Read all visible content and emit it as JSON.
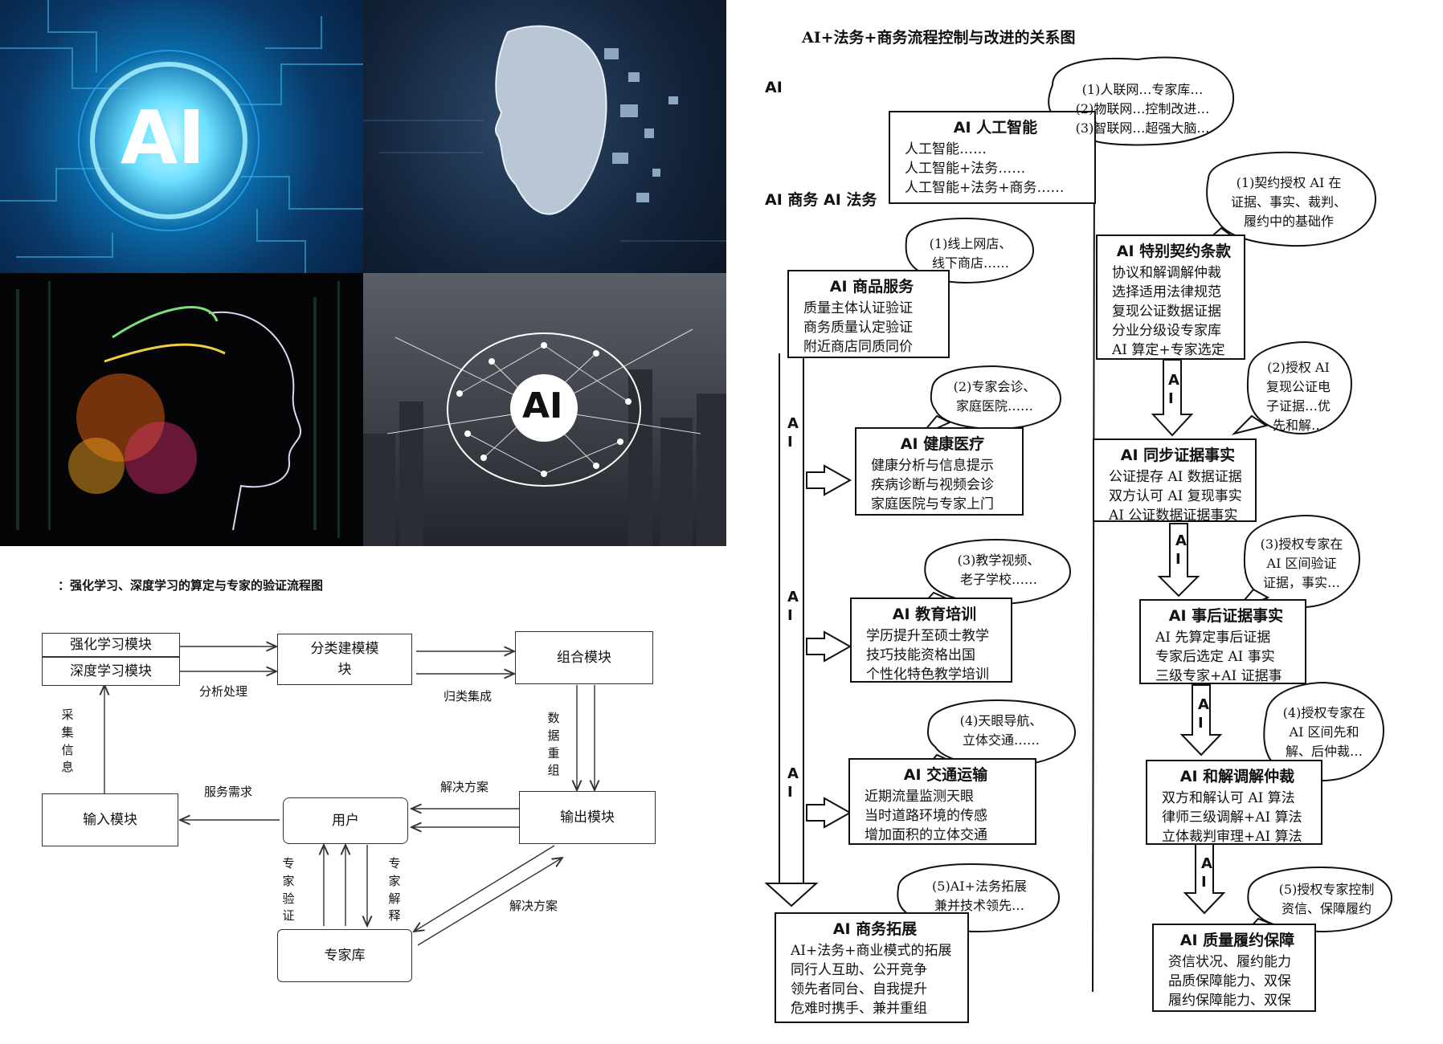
{
  "panels": {
    "p1_text": "AI",
    "p4_text": "AI"
  },
  "flow": {
    "title": "：强化学习、深度学习的算定与专家的验证流程图",
    "boxes": {
      "qianghua": "强化学习模块",
      "shendu": "深度学习模块",
      "fenlei": "分类建模模块",
      "zuhe": "组合模块",
      "shuru": "输入模块",
      "yonghu": "用户",
      "shuchu": "输出模块",
      "zhuanjiaku": "专家库"
    },
    "labels": {
      "fenxi": "分析处理",
      "guilei": "归类集成",
      "caiji": "采集信息",
      "shuju": "数据重组",
      "fuwu": "服务需求",
      "jiejue1": "解决方案",
      "jiejue2": "解决方案",
      "yanzheng": "专家验证",
      "jieshi": "专家解释"
    }
  },
  "rel": {
    "title": "AI+法务+商务流程控制与改进的关系图",
    "side_ai": "AI",
    "side_row": "AI 商务 AI 法务",
    "vert_ai": "AI",
    "left": [
      {
        "title": "AI 人工智能",
        "lines": [
          "人工智能……",
          "人工智能+法务……",
          "人工智能+法务+商务……"
        ]
      },
      {
        "title": "AI 商品服务",
        "lines": [
          "质量主体认证验证",
          "商务质量认定验证",
          "附近商店同质同价"
        ]
      },
      {
        "title": "AI 健康医疗",
        "lines": [
          "健康分析与信息提示",
          "疾病诊断与视频会诊",
          "家庭医院与专家上门"
        ]
      },
      {
        "title": "AI 教育培训",
        "lines": [
          "学历提升至硕士教学",
          "技巧技能资格出国",
          "个性化特色教学培训"
        ]
      },
      {
        "title": "AI 交通运输",
        "lines": [
          "近期流量监测天眼",
          "当时道路环境的传感",
          "增加面积的立体交通"
        ]
      },
      {
        "title": "AI 商务拓展",
        "lines": [
          "AI+法务+商业模式的拓展",
          "同行人互助、公开竞争",
          "领先者同台、自我提升",
          "危难时携手、兼并重组"
        ]
      }
    ],
    "right": [
      {
        "title": "AI 特别契约条款",
        "lines": [
          "协议和解调解仲裁",
          "选择适用法律规范",
          "复现公证数据证据",
          "分业分级设专家库",
          "AI 算定+专家选定"
        ]
      },
      {
        "title": "AI 同步证据事实",
        "lines": [
          "公证提存 AI 数据证据",
          "双方认可 AI 复现事实",
          "AI 公证数据证据事实"
        ]
      },
      {
        "title": "AI 事后证据事实",
        "lines": [
          "AI 先算定事后证据",
          "专家后选定 AI 事实",
          "三级专家+AI 证据事"
        ]
      },
      {
        "title": "AI 和解调解仲裁",
        "lines": [
          "双方和解认可 AI 算法",
          "律师三级调解+AI 算法",
          "立体裁判审理+AI 算法"
        ]
      },
      {
        "title": "AI 质量履约保障",
        "lines": [
          "资信状况、履约能力",
          "品质保障能力、双保",
          "履约保障能力、双保"
        ]
      }
    ],
    "bubbles_left": [
      {
        "lines": [
          "(1)人联网…专家库…",
          "(2)物联网…控制改进…",
          "(3)智联网…超强大脑…"
        ]
      },
      {
        "lines": [
          "(1)线上网店、",
          "线下商店……"
        ]
      },
      {
        "lines": [
          "(2)专家会诊、",
          "家庭医院……"
        ]
      },
      {
        "lines": [
          "(3)教学视频、",
          "老子学校……"
        ]
      },
      {
        "lines": [
          "(4)天眼导航、",
          "立体交通……"
        ]
      },
      {
        "lines": [
          "(5)AI+法务拓展",
          "兼并技术领先…"
        ]
      }
    ],
    "bubbles_right": [
      {
        "lines": [
          "(1)契约授权 AI 在",
          "证据、事实、裁判、",
          "履约中的基础作"
        ]
      },
      {
        "lines": [
          "(2)授权 AI",
          "复现公证电",
          "子证据…优",
          "先和解…"
        ]
      },
      {
        "lines": [
          "(3)授权专家在",
          "AI 区间验证",
          "证据，事实…"
        ]
      },
      {
        "lines": [
          "(4)授权专家在",
          "AI 区间先和",
          "解、后仲裁…"
        ]
      },
      {
        "lines": [
          "(5)授权专家控制",
          "资信、保障履约"
        ]
      }
    ]
  }
}
